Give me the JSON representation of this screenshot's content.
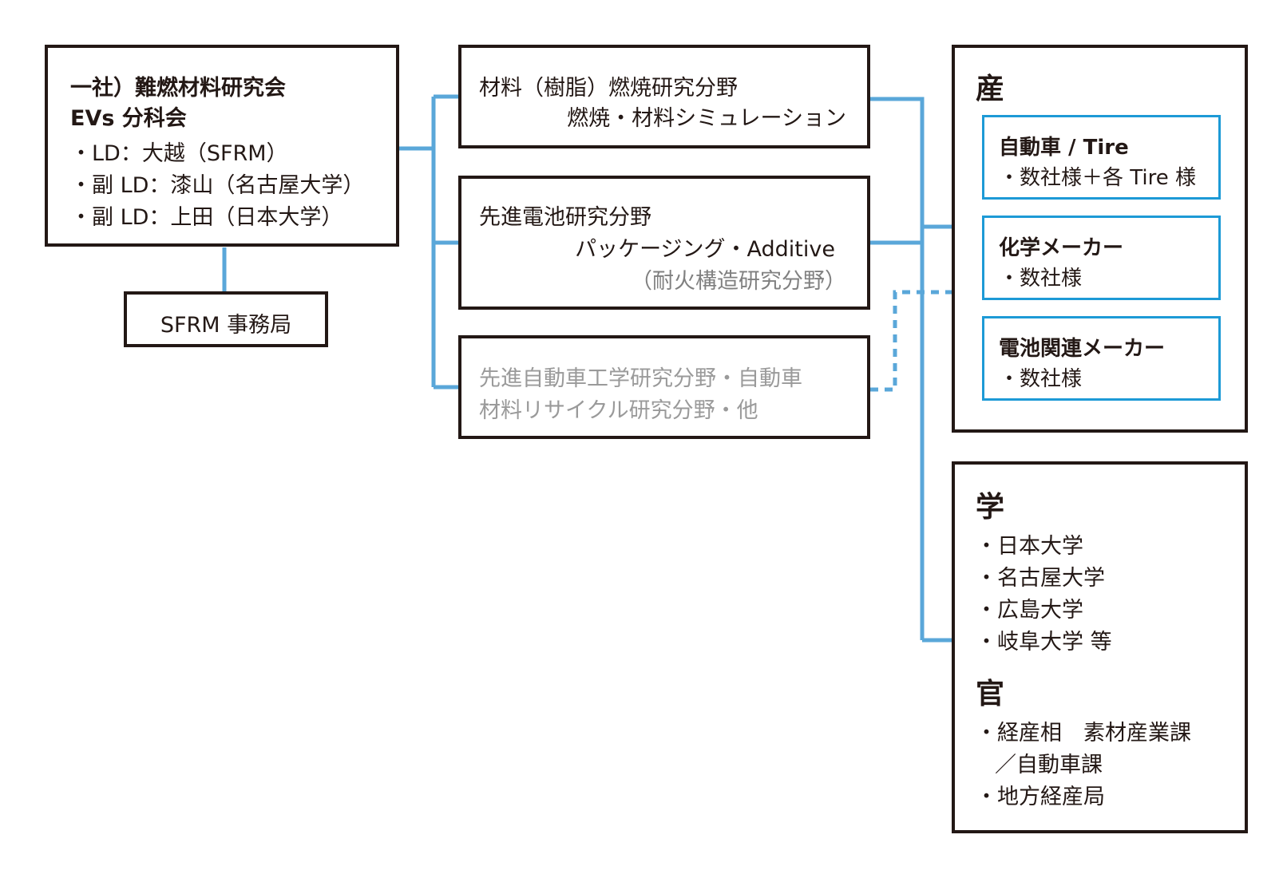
{
  "colors": {
    "border": "#231815",
    "connector": "#5aa7d9",
    "accent": "#1d9ad6",
    "muted_text": "#808080",
    "faded_text": "#9a9a9a"
  },
  "organization": {
    "title_line1": "一社）難燃材料研究会",
    "title_line2": "EVs 分科会",
    "members": [
      "・LD：大越（SFRM）",
      "・副 LD：漆山（名古屋大学）",
      "・副 LD：上田（日本大学）"
    ]
  },
  "office": {
    "label": "SFRM 事務局"
  },
  "fields": [
    {
      "line1": "材料（樹脂）燃焼研究分野",
      "line2": "燃焼・材料シミュレーション"
    },
    {
      "line1": "先進電池研究分野",
      "line2": "パッケージング・Additive",
      "line3": "（耐火構造研究分野）"
    },
    {
      "line1": "先進自動車工学研究分野・自動車",
      "line2": "材料リサイクル研究分野・他"
    }
  ],
  "industry": {
    "heading": "産",
    "groups": [
      {
        "name": "自動車 / Tire",
        "detail": "・数社様＋各 Tire 様"
      },
      {
        "name": "化学メーカー",
        "detail": "・数社様"
      },
      {
        "name": "電池関連メーカー",
        "detail": "・数社様"
      }
    ]
  },
  "academia": {
    "heading": "学",
    "items": [
      "・日本大学",
      "・名古屋大学",
      "・広島大学",
      "・岐阜大学 等"
    ]
  },
  "government": {
    "heading": "官",
    "items": [
      "・経産相　素材産業課",
      "／自動車課",
      "・地方経産局"
    ]
  }
}
